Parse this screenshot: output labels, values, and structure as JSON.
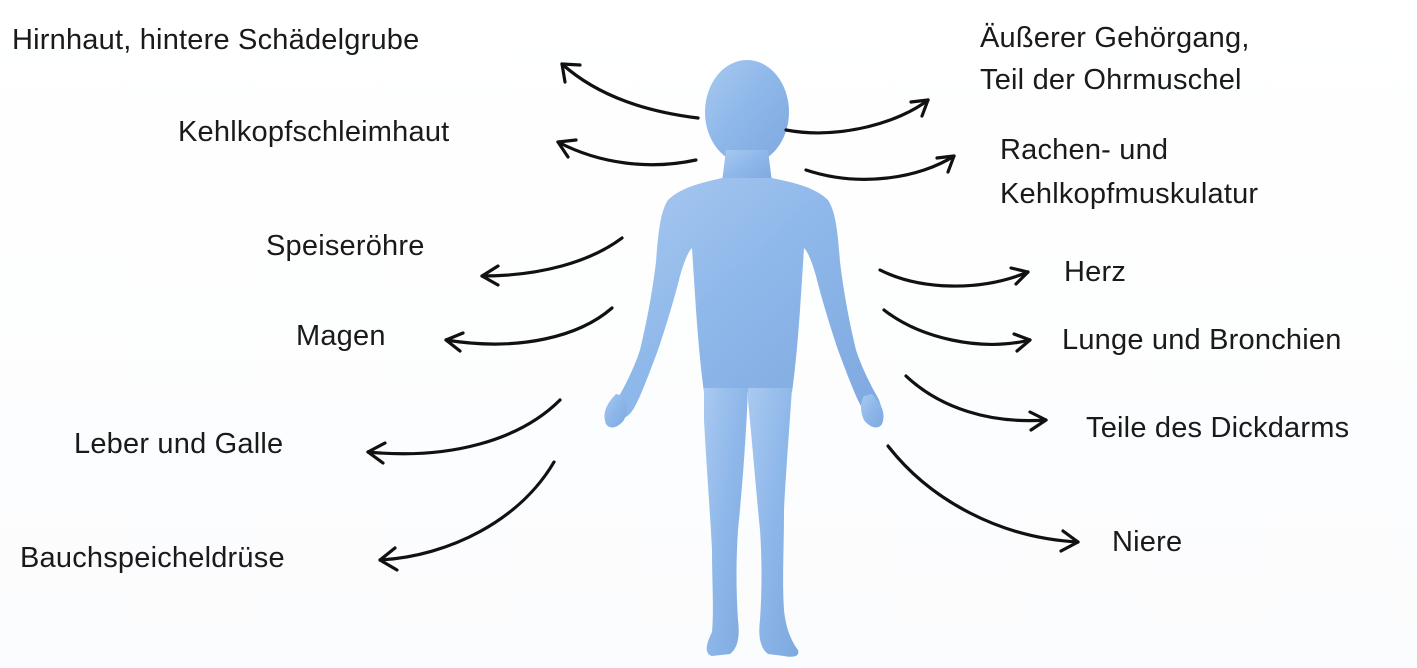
{
  "diagram": {
    "colors": {
      "body": "#8fb8ea",
      "body_highlight": "#b3d1f4",
      "arrow": "#111111",
      "text": "#1a1a1a"
    },
    "left_labels": {
      "hirnhaut": "Hirnhaut, hintere Schädelgrube",
      "kehlkopfschleimhaut": "Kehlkopfschleimhaut",
      "speiseroehre": "Speiseröhre",
      "magen": "Magen",
      "leber": "Leber und Galle",
      "bauchspeicheldruese": "Bauchspeicheldrüse"
    },
    "right_labels": {
      "gehoergang_line1": "Äußerer Gehörgang,",
      "gehoergang_line2": "Teil der Ohrmuschel",
      "rachen_line1": "Rachen- und",
      "rachen_line2": "Kehlkopfmuskulatur",
      "herz": "Herz",
      "lunge": "Lunge und Bronchien",
      "dickdarm": "Teile des Dickdarms",
      "niere": "Niere"
    }
  }
}
